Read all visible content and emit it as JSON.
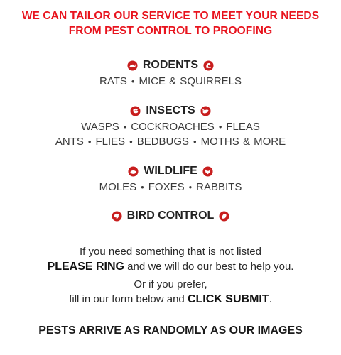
{
  "headline": {
    "line1": "WE CAN TAILOR OUR SERVICE TO MEET YOUR NEEDS",
    "line2": "FROM PEST CONTROL TO PROOFING"
  },
  "colors": {
    "accent": "#e8141e",
    "text": "#222222",
    "icon_fill": "#c81e1e"
  },
  "sections": {
    "rodents": {
      "title": "RODENTS",
      "icons": [
        "rat-icon",
        "squirrel-icon"
      ],
      "items": [
        "RATS",
        "MICE & SQUIRRELS"
      ]
    },
    "insects": {
      "title": "INSECTS",
      "icons": [
        "wasp-icon",
        "cockroach-icon"
      ],
      "line1": [
        "WASPS",
        "COCKROACHES",
        "FLEAS"
      ],
      "line2": [
        "ANTS",
        "FLIES",
        "BEDBUGS",
        "MOTHS & MORE"
      ]
    },
    "wildlife": {
      "title": "WILDLIFE",
      "icons": [
        "mole-icon",
        "fox-icon"
      ],
      "items": [
        "MOLES",
        "FOXES",
        "RABBITS"
      ]
    },
    "bird_control": {
      "title": "BIRD CONTROL",
      "icons": [
        "pigeon-icon",
        "bird-icon"
      ]
    }
  },
  "contact": {
    "line1": "If you need something that is not listed",
    "ring_bold": "PLEASE RING",
    "ring_rest": " and we will do our best to help you.",
    "line3": "Or if you prefer,",
    "form_pre": "fill in our form below and ",
    "submit_bold": "CLICK SUBMIT",
    "form_post": "."
  },
  "separator": "•",
  "footer": "PESTS ARRIVE AS RANDOMLY AS OUR IMAGES"
}
